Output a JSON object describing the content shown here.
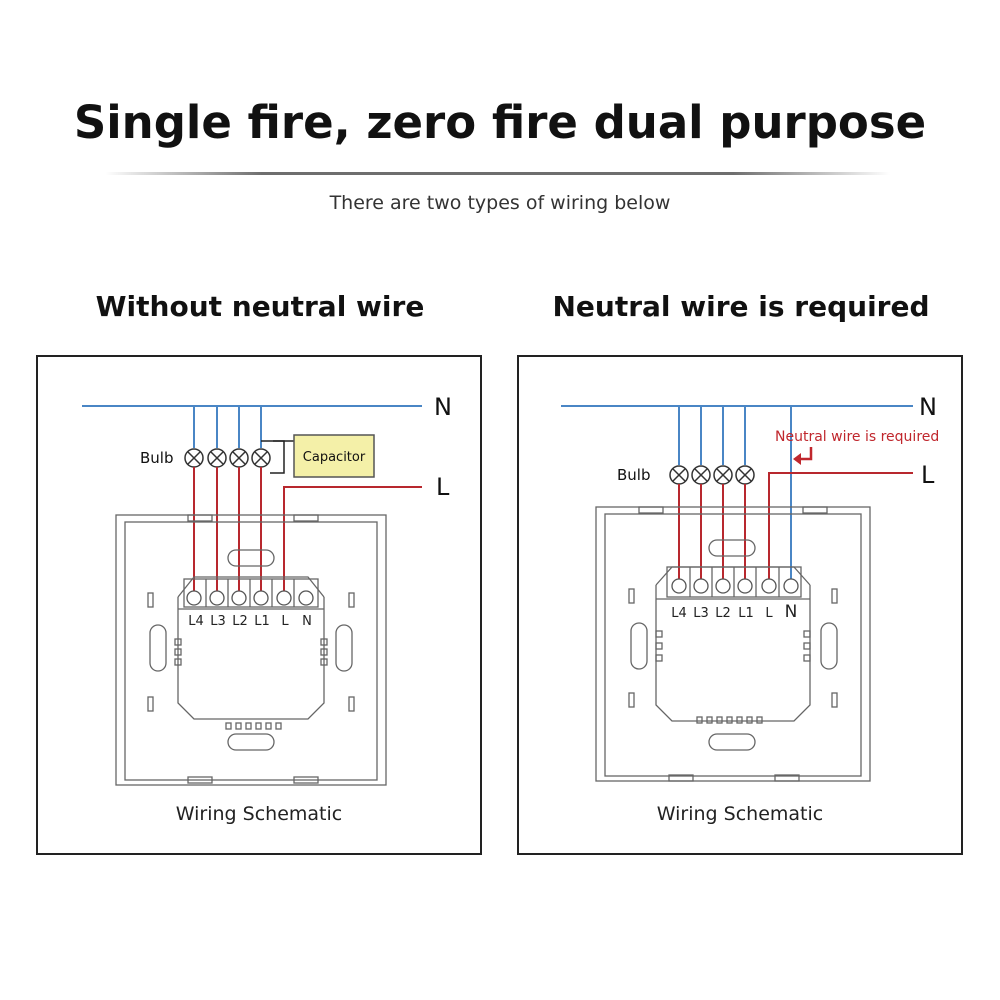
{
  "title": "Single fire, zero fire dual purpose",
  "subtitle": "There are two types of wiring below",
  "colors": {
    "neutral_wire": "#4a86c5",
    "live_wire": "#b8282e",
    "capacitor_fill": "#f4f0a8",
    "annotation": "#c0272d"
  },
  "left": {
    "heading": "Without neutral wire",
    "n_label": "N",
    "l_label": "L",
    "bulb_label": "Bulb",
    "capacitor_label": "Capacitor",
    "terminals": [
      "L4",
      "L3",
      "L2",
      "L1",
      "L",
      "N"
    ],
    "caption": "Wiring Schematic"
  },
  "right": {
    "heading": "Neutral wire is required",
    "n_label": "N",
    "l_label": "L",
    "bulb_label": "Bulb",
    "note": "Neutral wire is required",
    "terminals": [
      "L4",
      "L3",
      "L2",
      "L1",
      "L",
      "N"
    ],
    "caption": "Wiring Schematic"
  }
}
